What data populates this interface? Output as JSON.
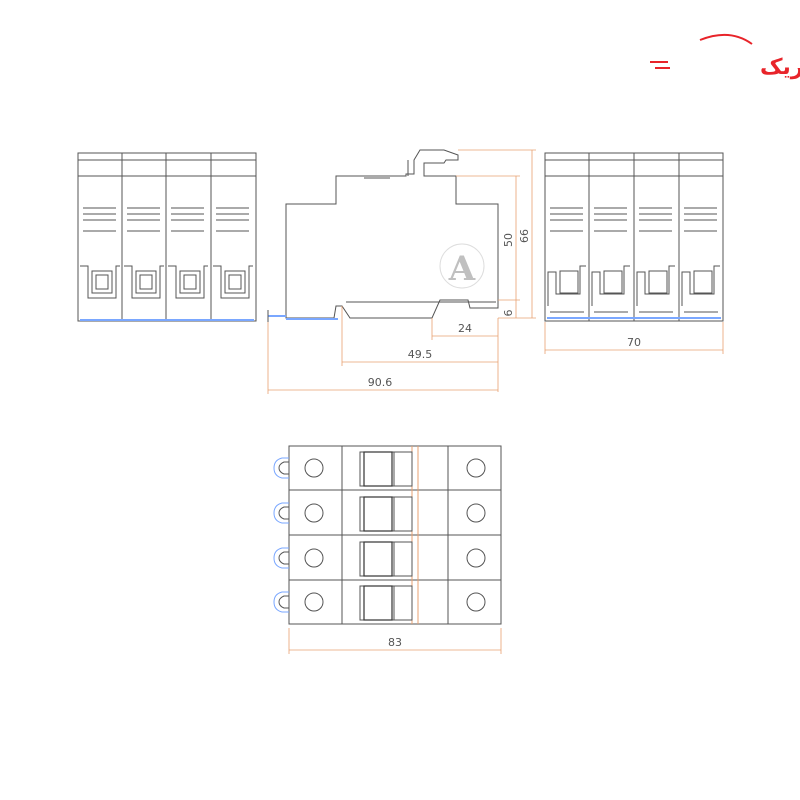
{
  "brand": {
    "logo_text": "آرتاالکتریک",
    "logo_color": "#e8242a",
    "watermark_letter": "A"
  },
  "colors": {
    "dimension": "#e8a070",
    "outline": "#555555",
    "rail": "#7aa7ff"
  },
  "dimensions": {
    "side_height_total": "66",
    "side_height_body": "50",
    "side_rail_offset": "6",
    "side_width_24": "24",
    "side_width_49_5": "49.5",
    "side_width_90_6": "90.6",
    "front_width": "70",
    "bottom_width": "83"
  }
}
